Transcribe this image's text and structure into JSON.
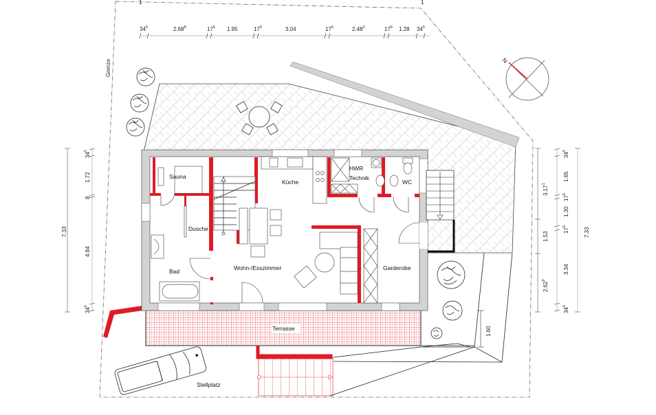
{
  "plan": {
    "type": "Grundriss Erdgeschoss",
    "colors": {
      "new_wall": "#e01b24",
      "existing_wall": "#d3d3d3",
      "outline": "#444444",
      "paving": "#bdbdbd",
      "terrace_grid": "#e8454d"
    }
  },
  "rooms": {
    "sauna": "Sauna",
    "dusche": "Dusche",
    "bad": "Bad",
    "kueche": "Küche",
    "hwr_line1": "HWR",
    "hwr_line2": "Technik",
    "wc": "WC",
    "wohn": "Wohn-/Esszimmer",
    "garderobe": "Garderobe",
    "terrasse": "Terrasse",
    "stellplatz": "Stellplatz"
  },
  "site": {
    "boundary_label": "Grenze",
    "axis_marker": "1",
    "north_label": "N"
  },
  "dims_top": {
    "d1": "34",
    "d1s": "5",
    "d2": "2.68",
    "d2s": "8",
    "d3": "17",
    "d3s": "5",
    "d4": "1.95",
    "d5": "17",
    "d5s": "5",
    "d6": "3.04",
    "d7": "17",
    "d7s": "5",
    "d8": "2.48",
    "d8s": "2",
    "d9": "17",
    "d9s": "5",
    "d10": "1.28",
    "d11": "34",
    "d11s": "5"
  },
  "dims_left": {
    "total": "7.33",
    "a": "34",
    "as": "5",
    "b": "1.72",
    "c": "8",
    "d": "4.84",
    "e": "34",
    "es": "5"
  },
  "dims_right": {
    "r1a": "3.17",
    "r1as": "1",
    "r1b": "1.53",
    "r1c": "2.62",
    "r1cs": "9",
    "r2a": "34",
    "r2as": "5",
    "r2b": "1.65",
    "r2c": "17",
    "r2cs": "5",
    "r2d": "1.30",
    "r2e": "17",
    "r2es": "5",
    "r2f": "3.34",
    "r2g": "34",
    "r2gs": "5",
    "total": "7.33"
  },
  "dims_ramp": {
    "height": "1.60"
  }
}
